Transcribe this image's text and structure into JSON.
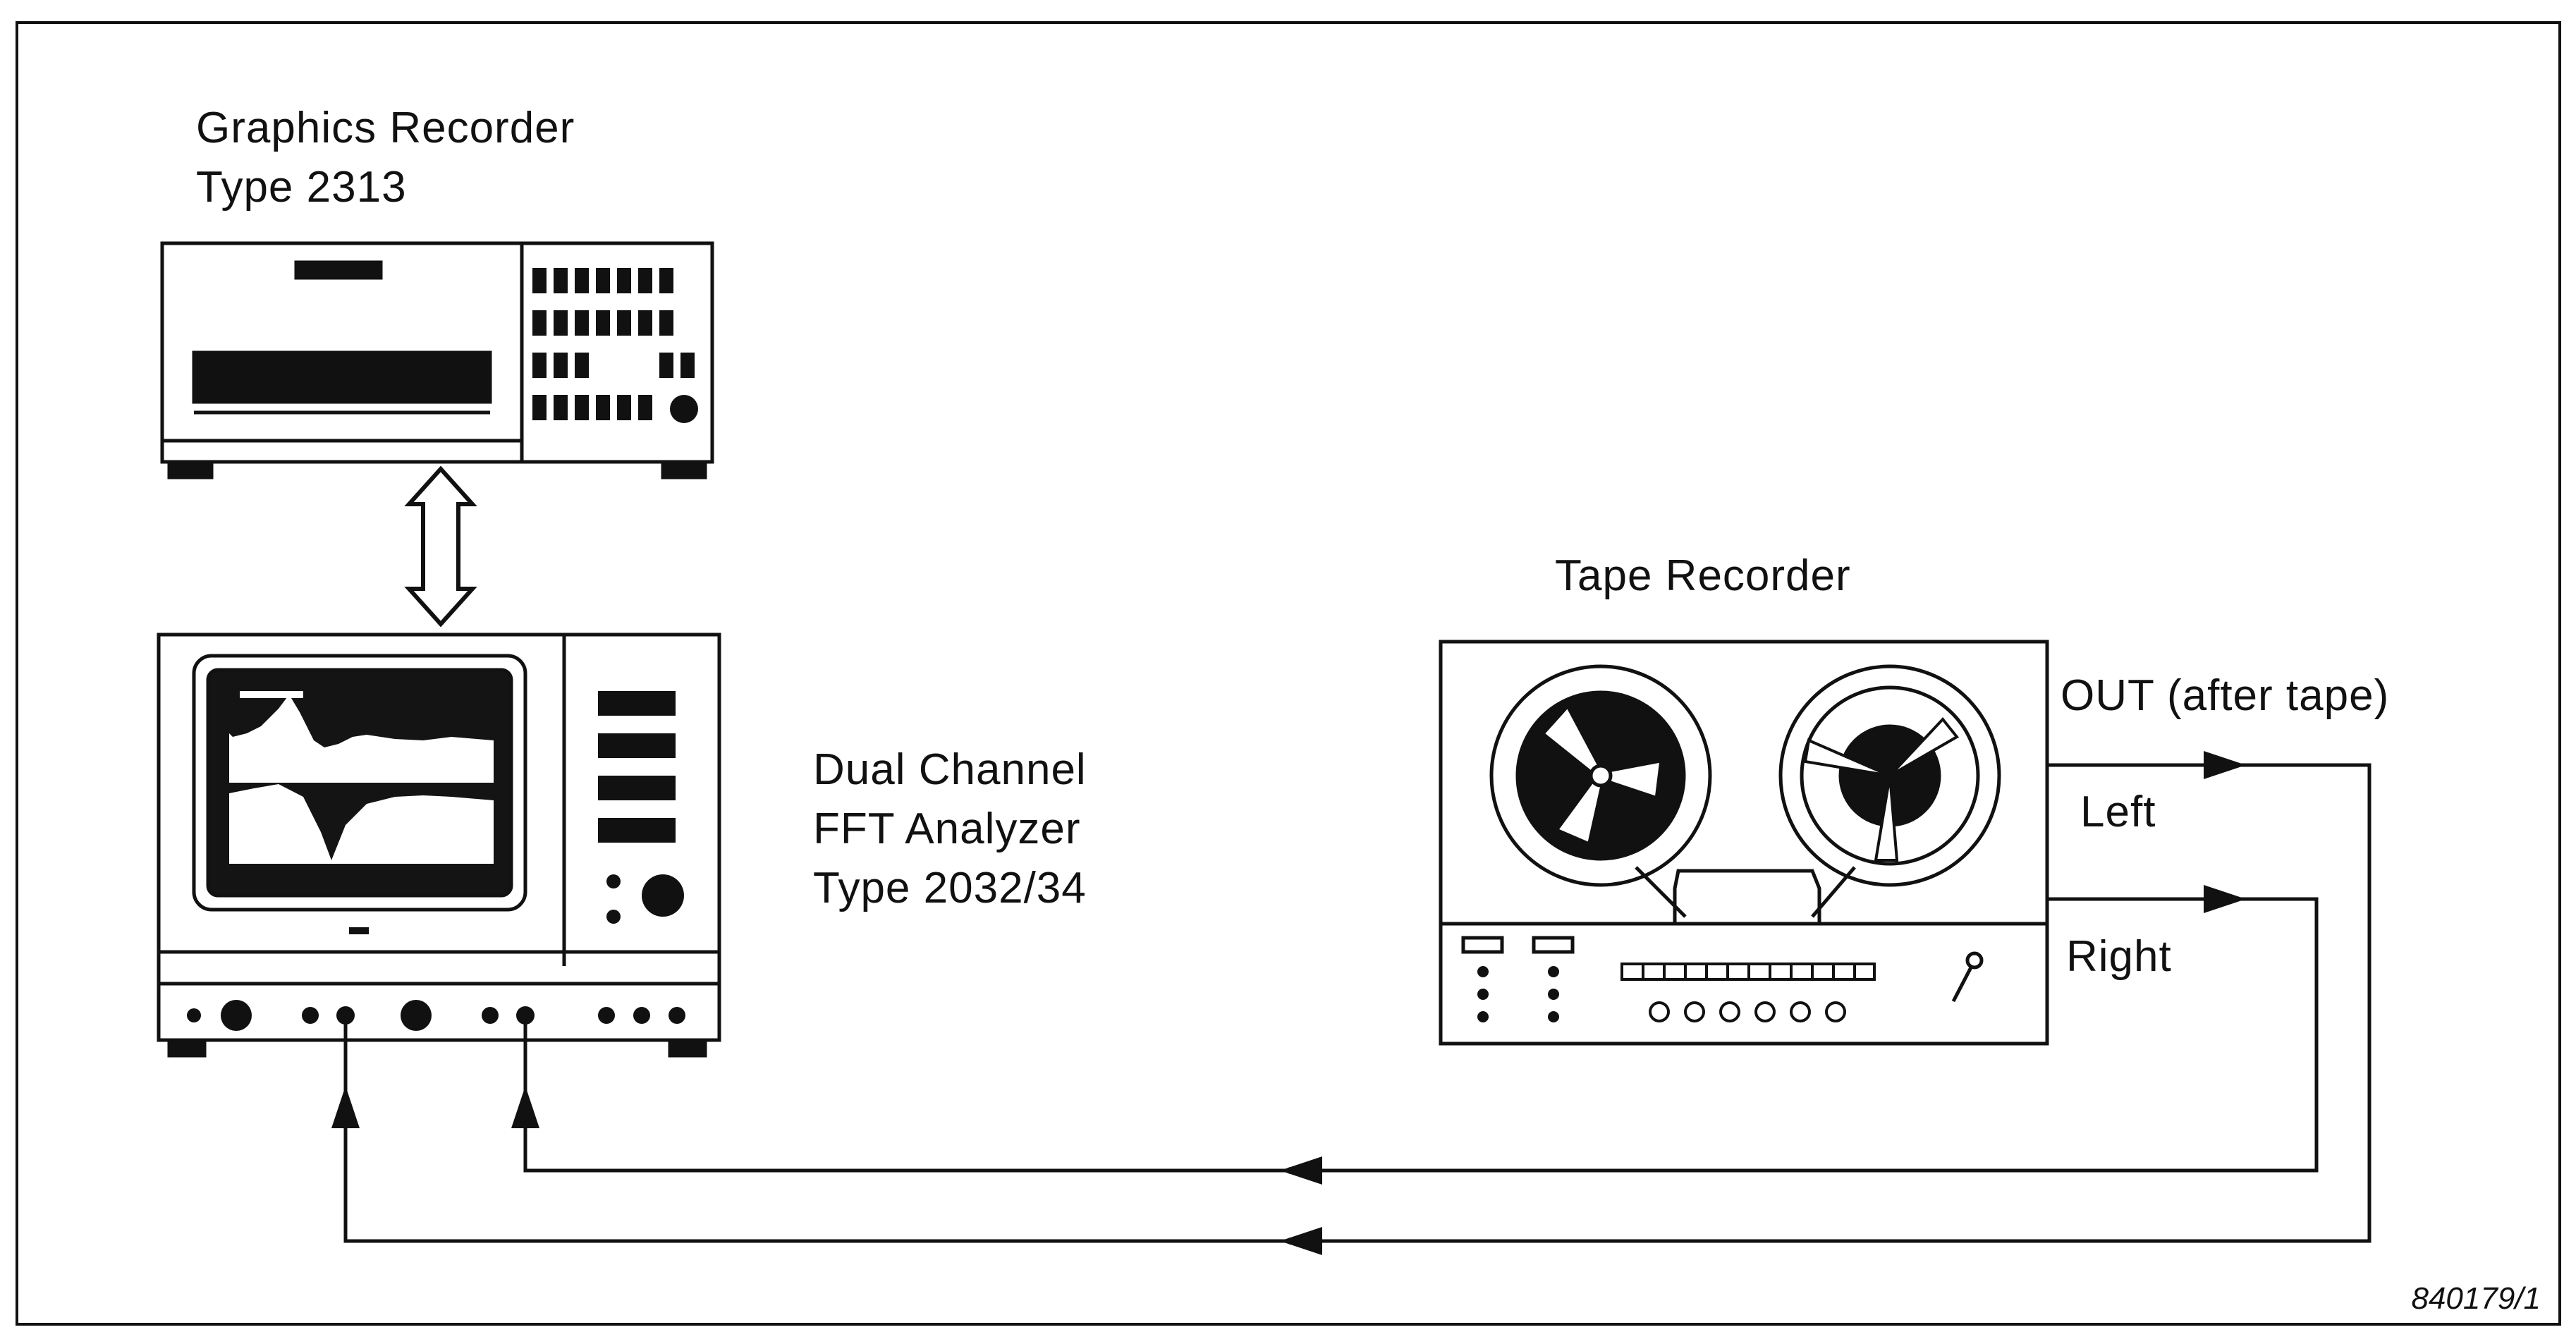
{
  "labels": {
    "graphics_recorder": {
      "line1": "Graphics Recorder",
      "line2": "Type 2313"
    },
    "analyzer": {
      "line1": "Dual Channel",
      "line2": "FFT Analyzer",
      "line3": "Type 2032/34"
    },
    "tape_recorder": "Tape Recorder",
    "out_after_tape": "OUT (after tape)",
    "left": "Left",
    "right": "Right",
    "figure_number": "840179/1"
  },
  "colors": {
    "ink": "#111111",
    "screen": "#141414",
    "paper": "#ffffff"
  },
  "icons": [
    "double-arrow-icon",
    "arrowhead-icon",
    "tape-reel-icon",
    "knob-icon"
  ]
}
